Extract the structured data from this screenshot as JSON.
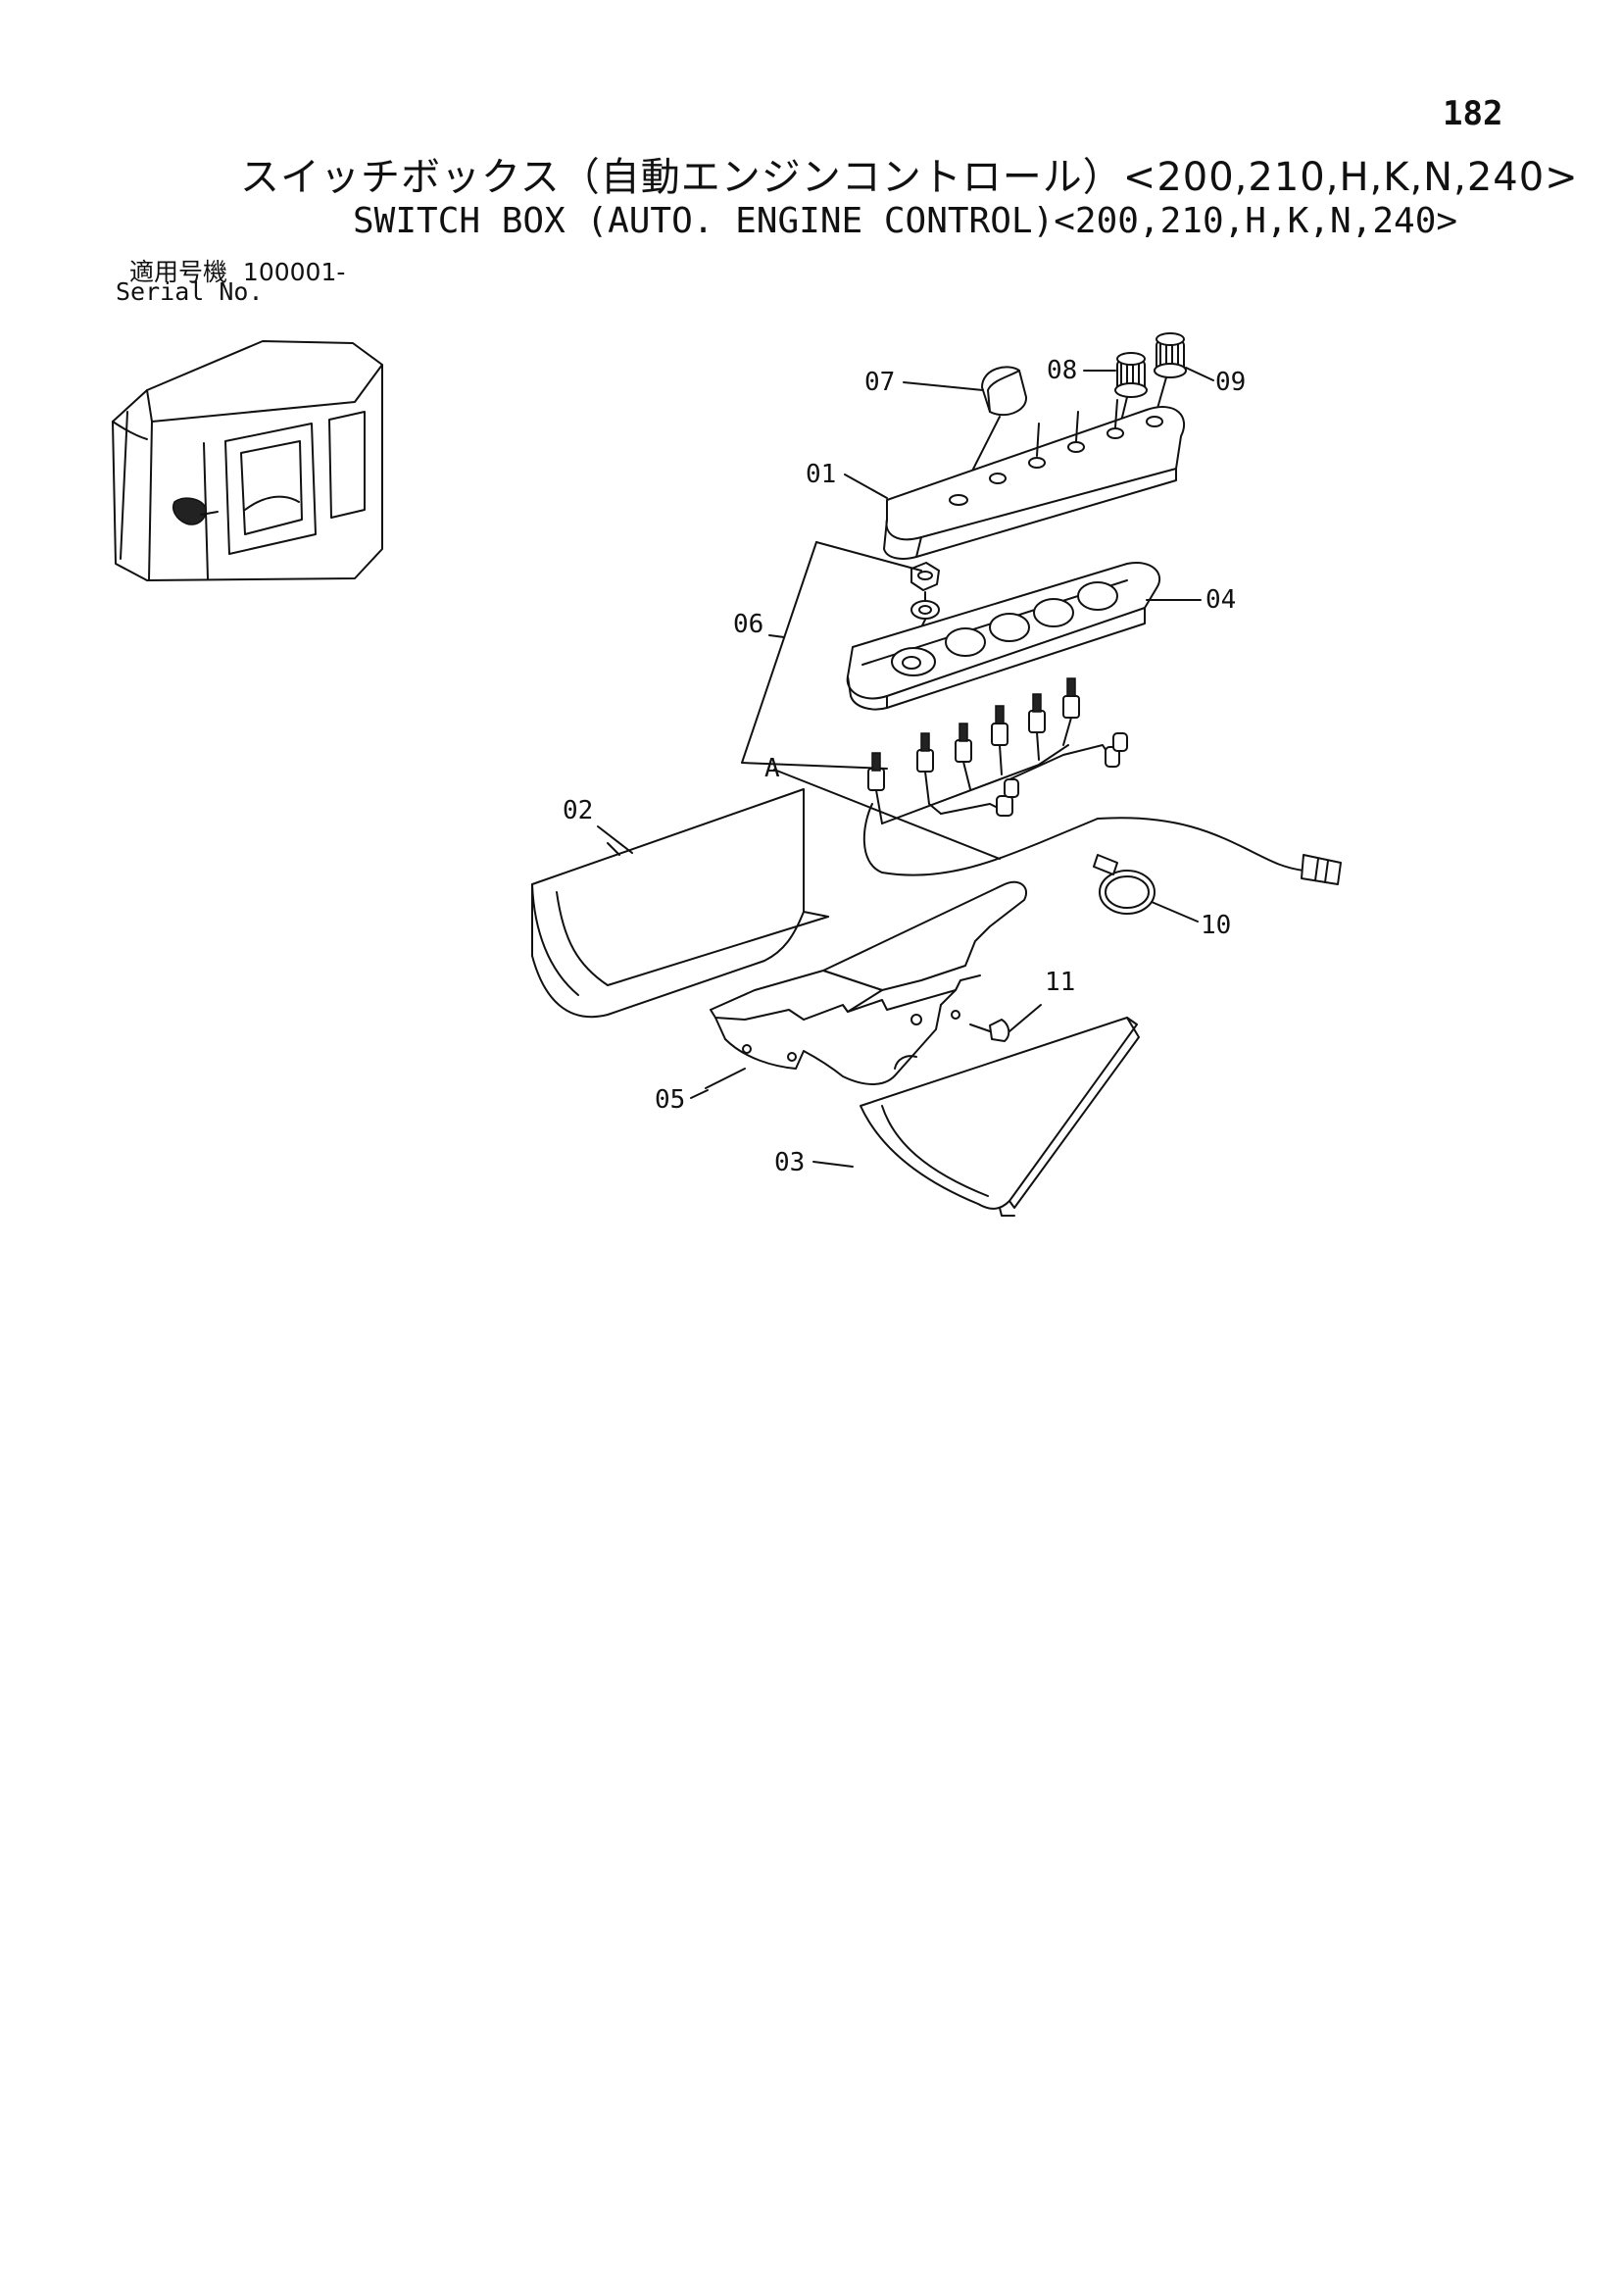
{
  "page_number": "182",
  "title_jp": "スイッチボックス（自動エンジンコントロール）<200,210,H,K,N,240>",
  "title_en": "SWITCH BOX (AUTO. ENGINE CONTROL)<200,210,H,K,N,240>",
  "serial_label_jp": "適用号機",
  "serial_number": "100001-",
  "serial_label_en": "Serial No.",
  "callouts": {
    "p01": "01",
    "p02": "02",
    "p03": "03",
    "p04": "04",
    "p05": "05",
    "p06": "06",
    "p07": "07",
    "p08": "08",
    "p09": "09",
    "p10": "10",
    "p11": "11",
    "ref_a": "A"
  }
}
